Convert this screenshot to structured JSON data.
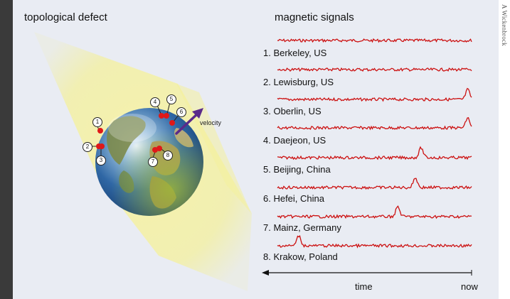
{
  "titles": {
    "left": "topological defect",
    "right": "magnetic signals"
  },
  "credit": "A Wickenbrock",
  "velocity_label": "velocity",
  "colors": {
    "panel_background": "#e9ecf3",
    "defect_wall": "#f3f0a0",
    "signal_trace": "#cc1111",
    "station_dot": "#e01818",
    "velocity_arrow": "#5a2a8a"
  },
  "stations": [
    {
      "number": "1",
      "label": "1. Berkeley, US",
      "peak_fraction": null
    },
    {
      "number": "2",
      "label": "2. Lewisburg, US",
      "peak_fraction": 0.98
    },
    {
      "number": "3",
      "label": "3. Oberlin, US",
      "peak_fraction": 0.98
    },
    {
      "number": "4",
      "label": "4. Daejeon, US",
      "peak_fraction": 0.74
    },
    {
      "number": "5",
      "label": "5. Beijing, China",
      "peak_fraction": 0.71
    },
    {
      "number": "6",
      "label": "6. Hefei, China",
      "peak_fraction": 0.62
    },
    {
      "number": "7",
      "label": "7. Mainz, Germany",
      "peak_fraction": 0.11
    },
    {
      "number": "8",
      "label": "8. Krakow, Poland",
      "peak_fraction": 0.05
    }
  ],
  "extra_trace": {
    "peak_fraction": null
  },
  "time_axis": {
    "label": "time",
    "end_label": "now"
  }
}
